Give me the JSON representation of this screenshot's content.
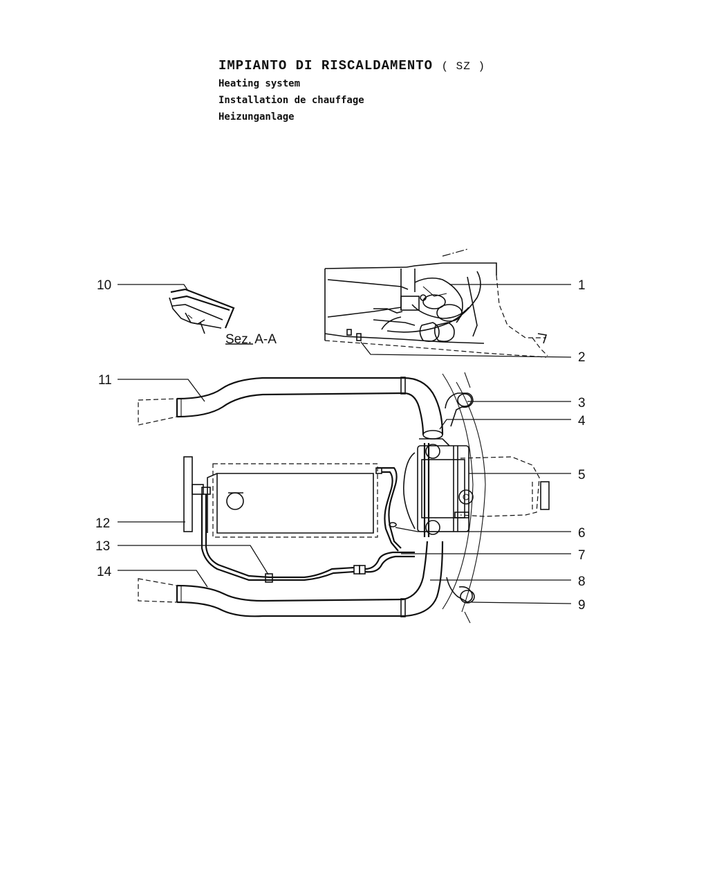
{
  "title": {
    "main": "IMPIANTO DI RISCALDAMENTO",
    "variant": "( SZ )",
    "en": "Heating system",
    "fr": "Installation de chauffage",
    "de": "Heizunganlage"
  },
  "section_label": "Sez. A-A",
  "callouts": [
    "1",
    "2",
    "3",
    "4",
    "5",
    "6",
    "7",
    "8",
    "9",
    "10",
    "11",
    "12",
    "13",
    "14"
  ]
}
